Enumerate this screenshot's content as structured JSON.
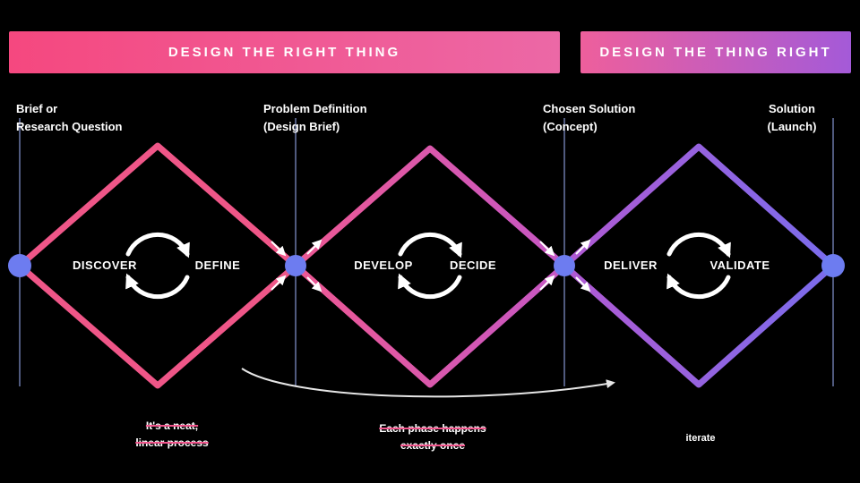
{
  "headers": {
    "left": "DESIGN THE RIGHT THING",
    "right": "DESIGN THE THING RIGHT"
  },
  "milestones": [
    {
      "line1": "Brief or",
      "line2": "Research Question"
    },
    {
      "line1": "Problem Definition",
      "line2": "(Design Brief)"
    },
    {
      "line1": "Chosen Solution",
      "line2": "(Concept)"
    },
    {
      "line1": "Solution",
      "line2": "(Launch)"
    }
  ],
  "diamonds": [
    {
      "left_word": "DISCOVER",
      "right_word": "DEFINE"
    },
    {
      "left_word": "DEVELOP",
      "right_word": "DECIDE"
    },
    {
      "left_word": "DELIVER",
      "right_word": "VALIDATE"
    }
  ],
  "notes": [
    {
      "line1": "It's a neat,",
      "line2": "linear process"
    },
    {
      "line1": "Each phase happens",
      "line2": "exactly once"
    },
    {
      "line1": "iterate",
      "line2": ""
    }
  ],
  "colors": {
    "d1": "#ef5688",
    "d2-start": "#ee5893",
    "d2-end": "#c557c5",
    "d3-start": "#b159d2",
    "d3-end": "#7a6cec",
    "node": "#6d7cf0",
    "guide": "#8e9fe0",
    "hdr-left-start": "#f5487f",
    "hdr-left-end": "#ec68a6",
    "hdr-right-start": "#ee5f9c",
    "hdr-right-end": "#a45ad8",
    "strike": "#f0558c"
  }
}
